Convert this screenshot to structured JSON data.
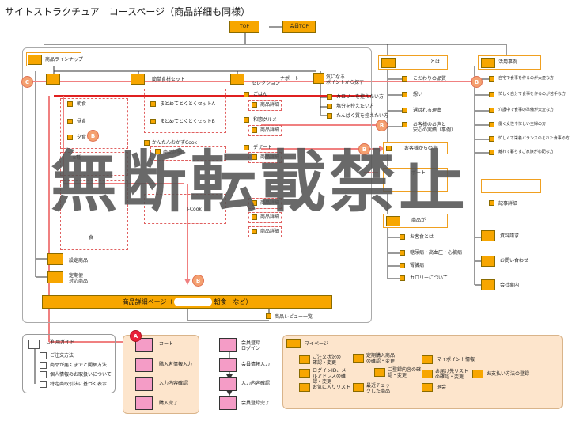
{
  "title": "サイトストラクチュア　コースページ（商品詳細も同様）",
  "watermark": "無断転載禁止",
  "top": {
    "top": "TOP",
    "member_top": "会員TOP"
  },
  "lineup": {
    "title": "商品ラインナップ",
    "col_header_2": "簡単食材セット",
    "col_header_3": "セレクション",
    "col2_items": [
      "まとめてとくとくセットA",
      "まとめてとくとくセットB"
    ],
    "col2_kantan": "かんたんおかずCook",
    "col2_kantan_item": "商品詳細",
    "col2_lower_partial": "l-Cook",
    "col3_items": [
      "ごはん",
      "商品詳細",
      "和惣グルメ",
      "商品詳細",
      "デザート",
      "商品詳細",
      "商品詳細",
      "商品詳細",
      "商品詳細"
    ],
    "left_items": [
      "朝食",
      "昼食",
      "夕食",
      "B種",
      "食"
    ],
    "support": "ナポート",
    "concern_title": "気になる\nポイントから探す",
    "concern_items": [
      "カロリーを控えたい方",
      "塩分を控えたい方",
      "たんぱく質を控えたい方"
    ],
    "settei": "設定商品",
    "teiki": "定期便\n対応商品",
    "review": "商品レビュー一覧"
  },
  "detail_page": {
    "prefix": "商品詳細ページ（",
    "suffix": "朝食　など）"
  },
  "about": {
    "title": "とは",
    "items": [
      "こだわりの品質",
      "想い",
      "選ばれる理由",
      "お客様のお声と\n安心の実績（事例）",
      "商品が"
    ]
  },
  "usage": {
    "title": "活用事例",
    "items": [
      "自宅で食事を作るのが大変な方",
      "忙しく自分で食事を作るのが苦手な方",
      "介護中で食事の準備が大変な方",
      "働く女性や忙しい主婦の方",
      "忙しくて栄養バランスのとれた食事の方",
      "離れて暮らすご家族が心配な方"
    ]
  },
  "voice": "お客様からの声",
  "qa": {
    "items": [
      "お客食とは",
      "糖尿病・高血圧・心臓病",
      "腎臓病",
      "カロリーについて"
    ],
    "partial": "ポート"
  },
  "side_boxes": [
    "記事詳細",
    "資料請求",
    "お問い合わせ",
    "会社案内"
  ],
  "guide": {
    "title": "ご利用ガイド",
    "items": [
      "ご注文方法",
      "商品が届くまでと開梱方法",
      "個人情報のお取扱いについて",
      "特定商取引法に基づく表示"
    ]
  },
  "cart": {
    "items": [
      "カート",
      "購入者情報入力",
      "入力内容確認",
      "購入完了"
    ]
  },
  "register": {
    "items": [
      "会員登録\nログイン",
      "会員情報入力",
      "入力内容確認",
      "会員登録完了"
    ]
  },
  "mypage": {
    "title": "マイページ",
    "items": [
      "ご注文状況の確認・変更",
      "ログインID、メールアドレスの確認・変更",
      "お気に入りリスト",
      "定期購入商品の確認・変更",
      "ご登録内容の確認・変更",
      "最近チェックした商品",
      "マイポイント情報",
      "お届け先リストの確認・変更",
      "退会",
      "お支払い方法の登録"
    ]
  },
  "markers": [
    "C",
    "B",
    "B",
    "B",
    "B",
    "B",
    "A"
  ],
  "colors": {
    "orange": "#f7a600",
    "pink": "#f49cc6",
    "red_line": "#e02020",
    "peach": "#fde5cc"
  }
}
